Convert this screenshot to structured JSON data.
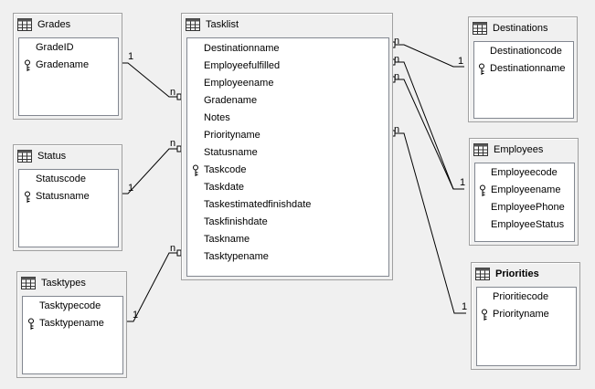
{
  "tables": {
    "grades": {
      "name": "Grades",
      "fields": [
        "GradeID",
        "Gradename"
      ],
      "primary_key": "Gradename"
    },
    "status": {
      "name": "Status",
      "fields": [
        "Statuscode",
        "Statusname"
      ],
      "primary_key": "Statusname"
    },
    "tasktypes": {
      "name": "Tasktypes",
      "fields": [
        "Tasktypecode",
        "Tasktypename"
      ],
      "primary_key": "Tasktypename"
    },
    "tasklist": {
      "name": "Tasklist",
      "fields": [
        "Destinationname",
        "Employeefulfilled",
        "Employeename",
        "Gradename",
        "Notes",
        "Priorityname",
        "Statusname",
        "Taskcode",
        "Taskdate",
        "Taskestimatedfinishdate",
        "Taskfinishdate",
        "Taskname",
        "Tasktypename"
      ],
      "primary_key": "Taskcode"
    },
    "destinations": {
      "name": "Destinations",
      "fields": [
        "Destinationcode",
        "Destinationname"
      ],
      "primary_key": "Destinationname"
    },
    "employees": {
      "name": "Employees",
      "fields": [
        "Employeecode",
        "Employeename",
        "EmployeePhone",
        "EmployeeStatus"
      ],
      "primary_key": "Employeename"
    },
    "priorities": {
      "name": "Priorities",
      "fields": [
        "Prioritiecode",
        "Priorityname"
      ],
      "primary_key": "Priorityname"
    }
  },
  "relation_labels": {
    "one": "1",
    "many": "n"
  }
}
